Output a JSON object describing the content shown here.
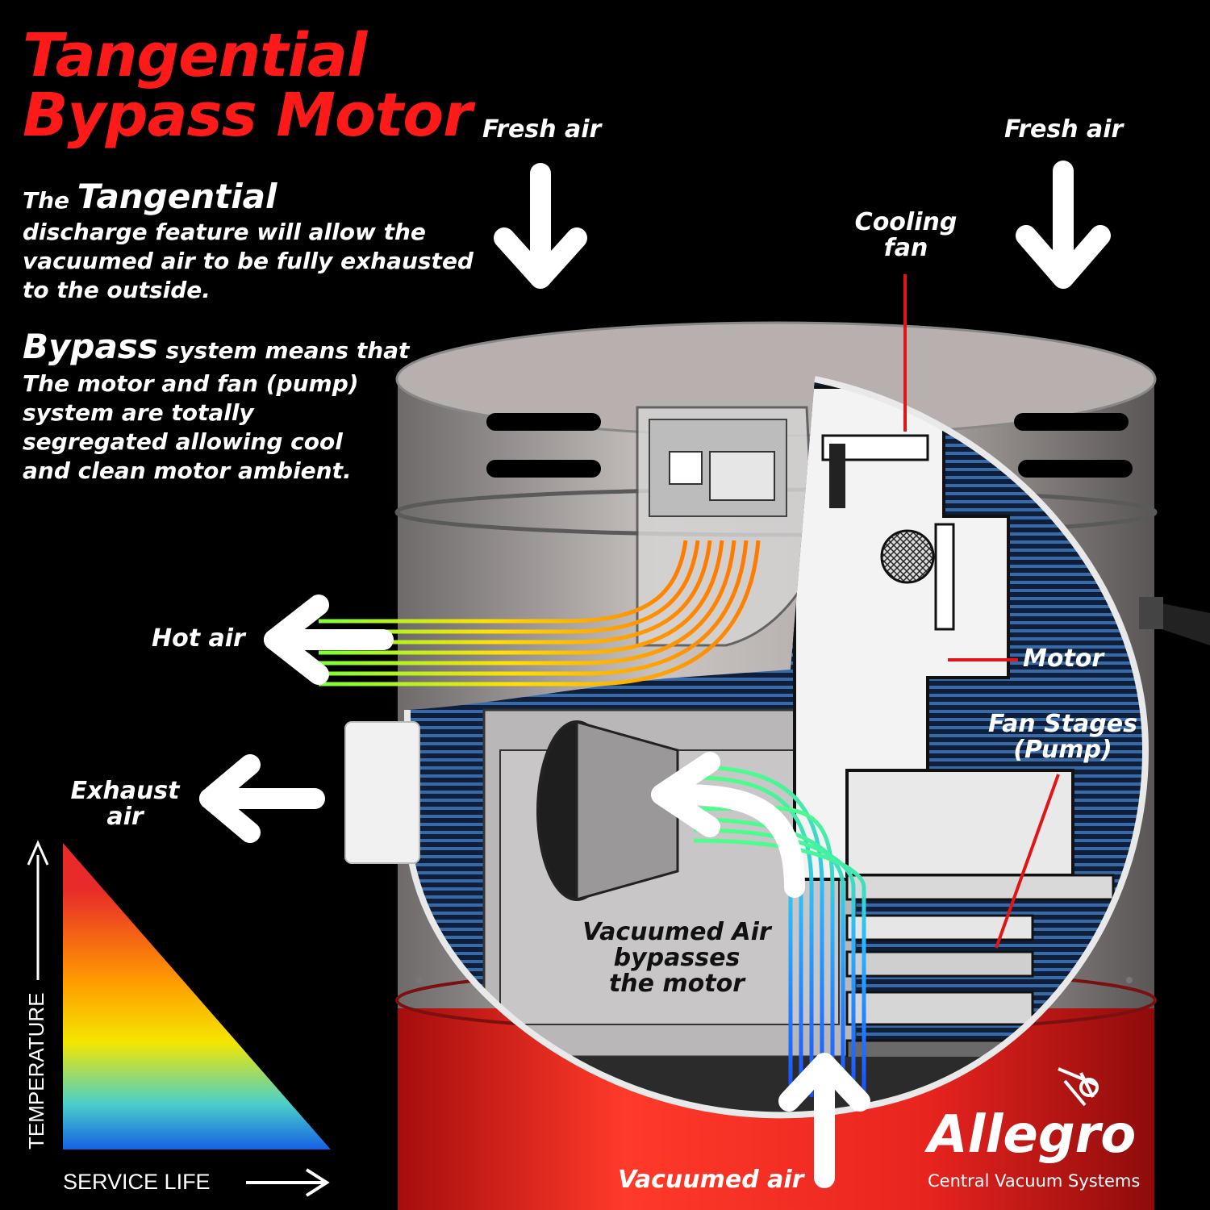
{
  "title": {
    "line1": "Tangential",
    "line2": "Bypass Motor"
  },
  "description": {
    "p1_lead": "The",
    "p1_highlight": "Tangential",
    "p1_rest": [
      "discharge feature will allow the",
      "vacuumed air to be fully exhausted",
      "to the outside."
    ],
    "p2_highlight": "Bypass",
    "p2_rest_first": "system means that",
    "p2_rest": [
      "The motor and fan (pump)",
      "system are totally",
      "segregated allowing cool",
      "and clean motor ambient."
    ]
  },
  "labels": {
    "fresh_air_left": "Fresh air",
    "fresh_air_right": "Fresh air",
    "cooling_fan": [
      "Cooling",
      "fan"
    ],
    "hot_air": "Hot air",
    "motor": "Motor",
    "fan_stages": [
      "Fan Stages",
      "(Pump)"
    ],
    "exhaust_air": [
      "Exhaust",
      "air"
    ],
    "vacuumed_air_bypasses": [
      "Vacuumed Air",
      "bypasses",
      "the motor"
    ],
    "vacuumed_air": "Vacuumed air"
  },
  "gradient_chart": {
    "y_axis": "TEMPERATURE",
    "x_axis": "SERVICE LIFE"
  },
  "brand": {
    "name": "Allegro",
    "tagline": "Central Vacuum Systems"
  },
  "colors": {
    "title_red": "#ff1a1a",
    "canister_red": "#e8241f",
    "hot_orange": "#ff7a00",
    "cool_blue": "#2a7bff",
    "fresh_green": "#4cff6a",
    "background": "#000000"
  }
}
